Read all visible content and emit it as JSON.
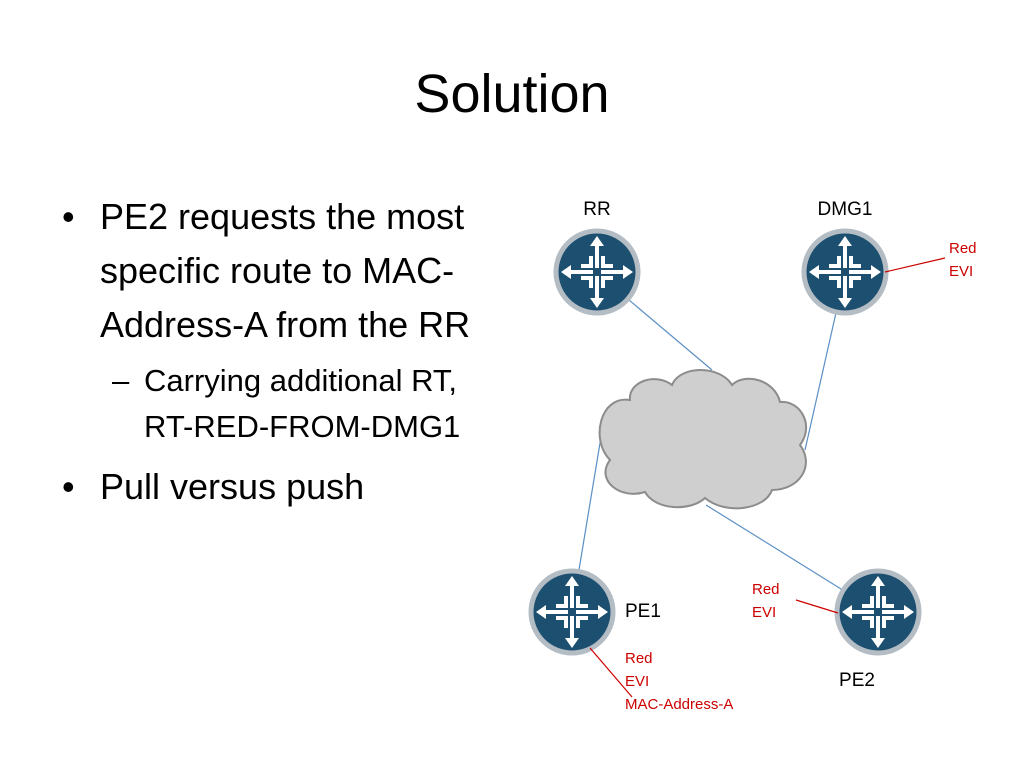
{
  "slide": {
    "title": "Solution",
    "bullets": [
      {
        "text": "PE2 requests the most specific route to MAC-Address-A from the RR",
        "sub": [
          "Carrying additional RT, RT-RED-FROM-DMG1"
        ]
      },
      {
        "text": "Pull versus push"
      }
    ]
  },
  "diagram": {
    "nodes": [
      {
        "id": "rr",
        "label": "RR",
        "icon": "router-icon"
      },
      {
        "id": "dmg1",
        "label": "DMG1",
        "icon": "router-icon"
      },
      {
        "id": "pe1",
        "label": "PE1",
        "icon": "router-icon"
      },
      {
        "id": "pe2",
        "label": "PE2",
        "icon": "router-icon"
      }
    ],
    "cloud": {
      "icon": "network-cloud-icon"
    },
    "annotations": {
      "dmg1": [
        "Red",
        "EVI"
      ],
      "pe2": [
        "Red",
        "EVI"
      ],
      "pe1": [
        "Red",
        "EVI",
        "MAC-Address-A"
      ]
    },
    "colors": {
      "router_fill": "#1d5070",
      "router_stroke": "#b4bcc4",
      "link": "#5b8ec4",
      "annotation": "#cc0000",
      "cloud_fill": "#cfcfcf",
      "cloud_stroke": "#8c8c8c"
    }
  }
}
